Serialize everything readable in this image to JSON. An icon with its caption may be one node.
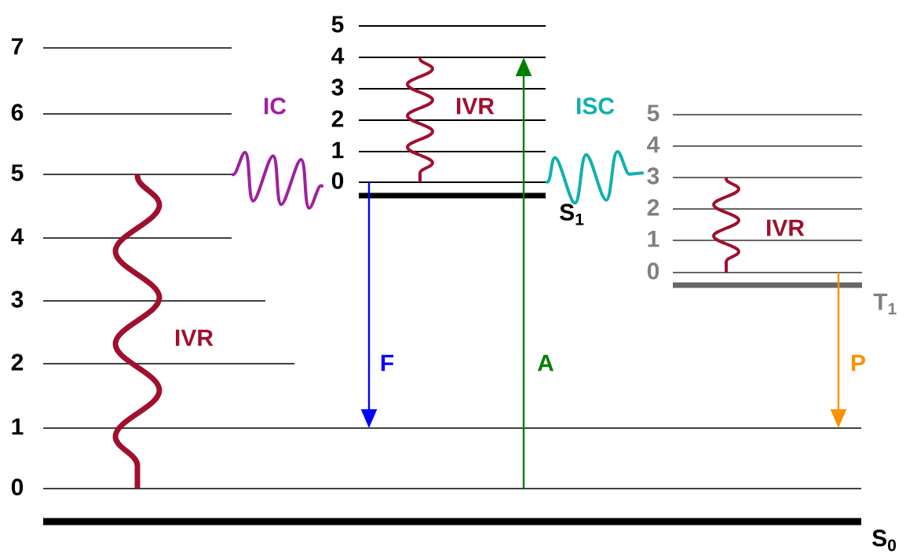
{
  "diagram": {
    "nodes": [
      {
        "text": [
          "0"
        ]
      },
      {
        "text": [
          "1"
        ]
      },
      {
        "text": [
          "2"
        ]
      },
      {
        "text": [
          "3"
        ]
      },
      {
        "text": [
          "4"
        ]
      },
      {
        "text": [
          "5"
        ]
      },
      {
        "text": [
          "6"
        ]
      },
      {
        "text": [
          "7"
        ]
      },
      {
        "text": [
          "S$_{0}$"
        ]
      },
      {
        "text": [
          "0"
        ]
      },
      {
        "text": [
          "1"
        ]
      },
      {
        "text": [
          "2"
        ]
      },
      {
        "text": [
          "3"
        ]
      },
      {
        "text": [
          "4"
        ]
      },
      {
        "text": [
          "5"
        ]
      },
      {
        "text": [
          "S$_{1}$"
        ]
      },
      {
        "text": [
          "0"
        ]
      },
      {
        "text": [
          "1"
        ]
      },
      {
        "text": [
          "2"
        ]
      },
      {
        "text": [
          "3"
        ]
      },
      {
        "text": [
          "4"
        ]
      },
      {
        "text": [
          "5"
        ]
      },
      {
        "text": [
          "T$_{1}$"
        ]
      }
    ],
    "edges": [
      {
        "from": 9,
        "to": 1,
        "arrow": "to",
        "label": "F",
        "color": "#0000ff"
      },
      {
        "from": 0,
        "to": 13,
        "arrow": "to",
        "label": "A",
        "color": "#008000"
      },
      {
        "from": 16,
        "to": 1,
        "arrow": "to",
        "label": "P",
        "color": "#ff9000"
      },
      {
        "from": 5,
        "to": 9,
        "arrow": "none",
        "label": "IC",
        "color": "#a020a0"
      },
      {
        "from": 9,
        "to": 19,
        "arrow": "none",
        "label": "ISC",
        "color": "#10b0b0"
      },
      {
        "from": 13,
        "to": 9,
        "arrow": "none",
        "label": "IVR",
        "color": "#a0102e"
      },
      {
        "from": 19,
        "to": 16,
        "arrow": "none",
        "label": "IVR",
        "color": "#a0102e"
      },
      {
        "from": 5,
        "to": 0,
        "arrow": "none",
        "label": "IVR",
        "color": "#a0102e"
      }
    ]
  }
}
